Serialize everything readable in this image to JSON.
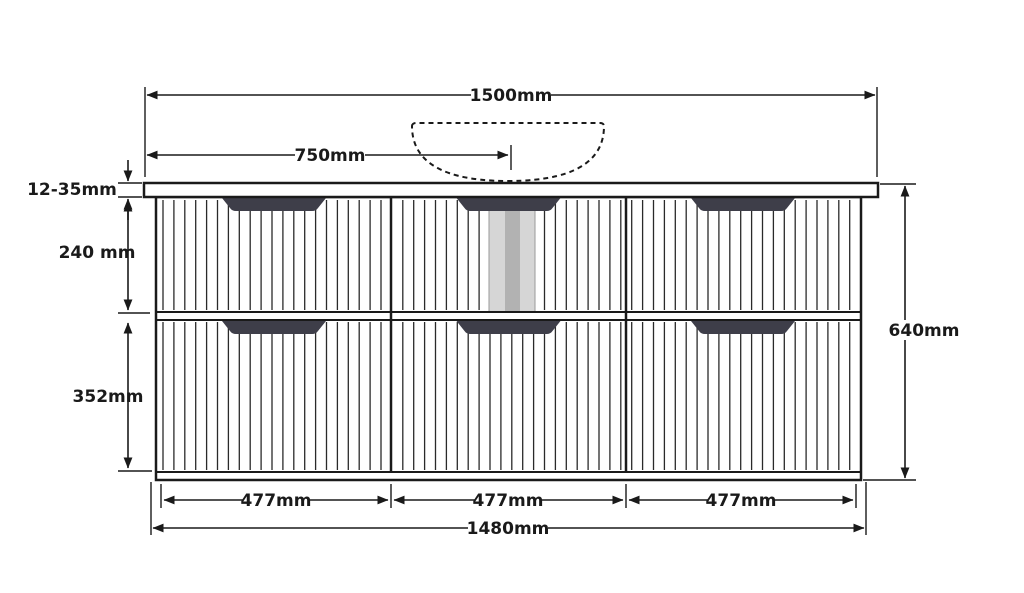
{
  "diagram": {
    "dimensions": {
      "total_width": "1500mm",
      "basin_center_offset": "750mm",
      "top_thickness": "12-35mm",
      "upper_drawer_height": "240 mm",
      "lower_drawer_height": "352mm",
      "overall_height": "640mm",
      "drawer_widths": [
        "477mm",
        "477mm",
        "477mm"
      ],
      "carcass_width": "1480mm"
    },
    "colors": {
      "line": "#1a1a1a",
      "handle": "#3e3e49",
      "stripe": "#d6d6d6",
      "stripe_inner": "#b2b2b2"
    }
  }
}
